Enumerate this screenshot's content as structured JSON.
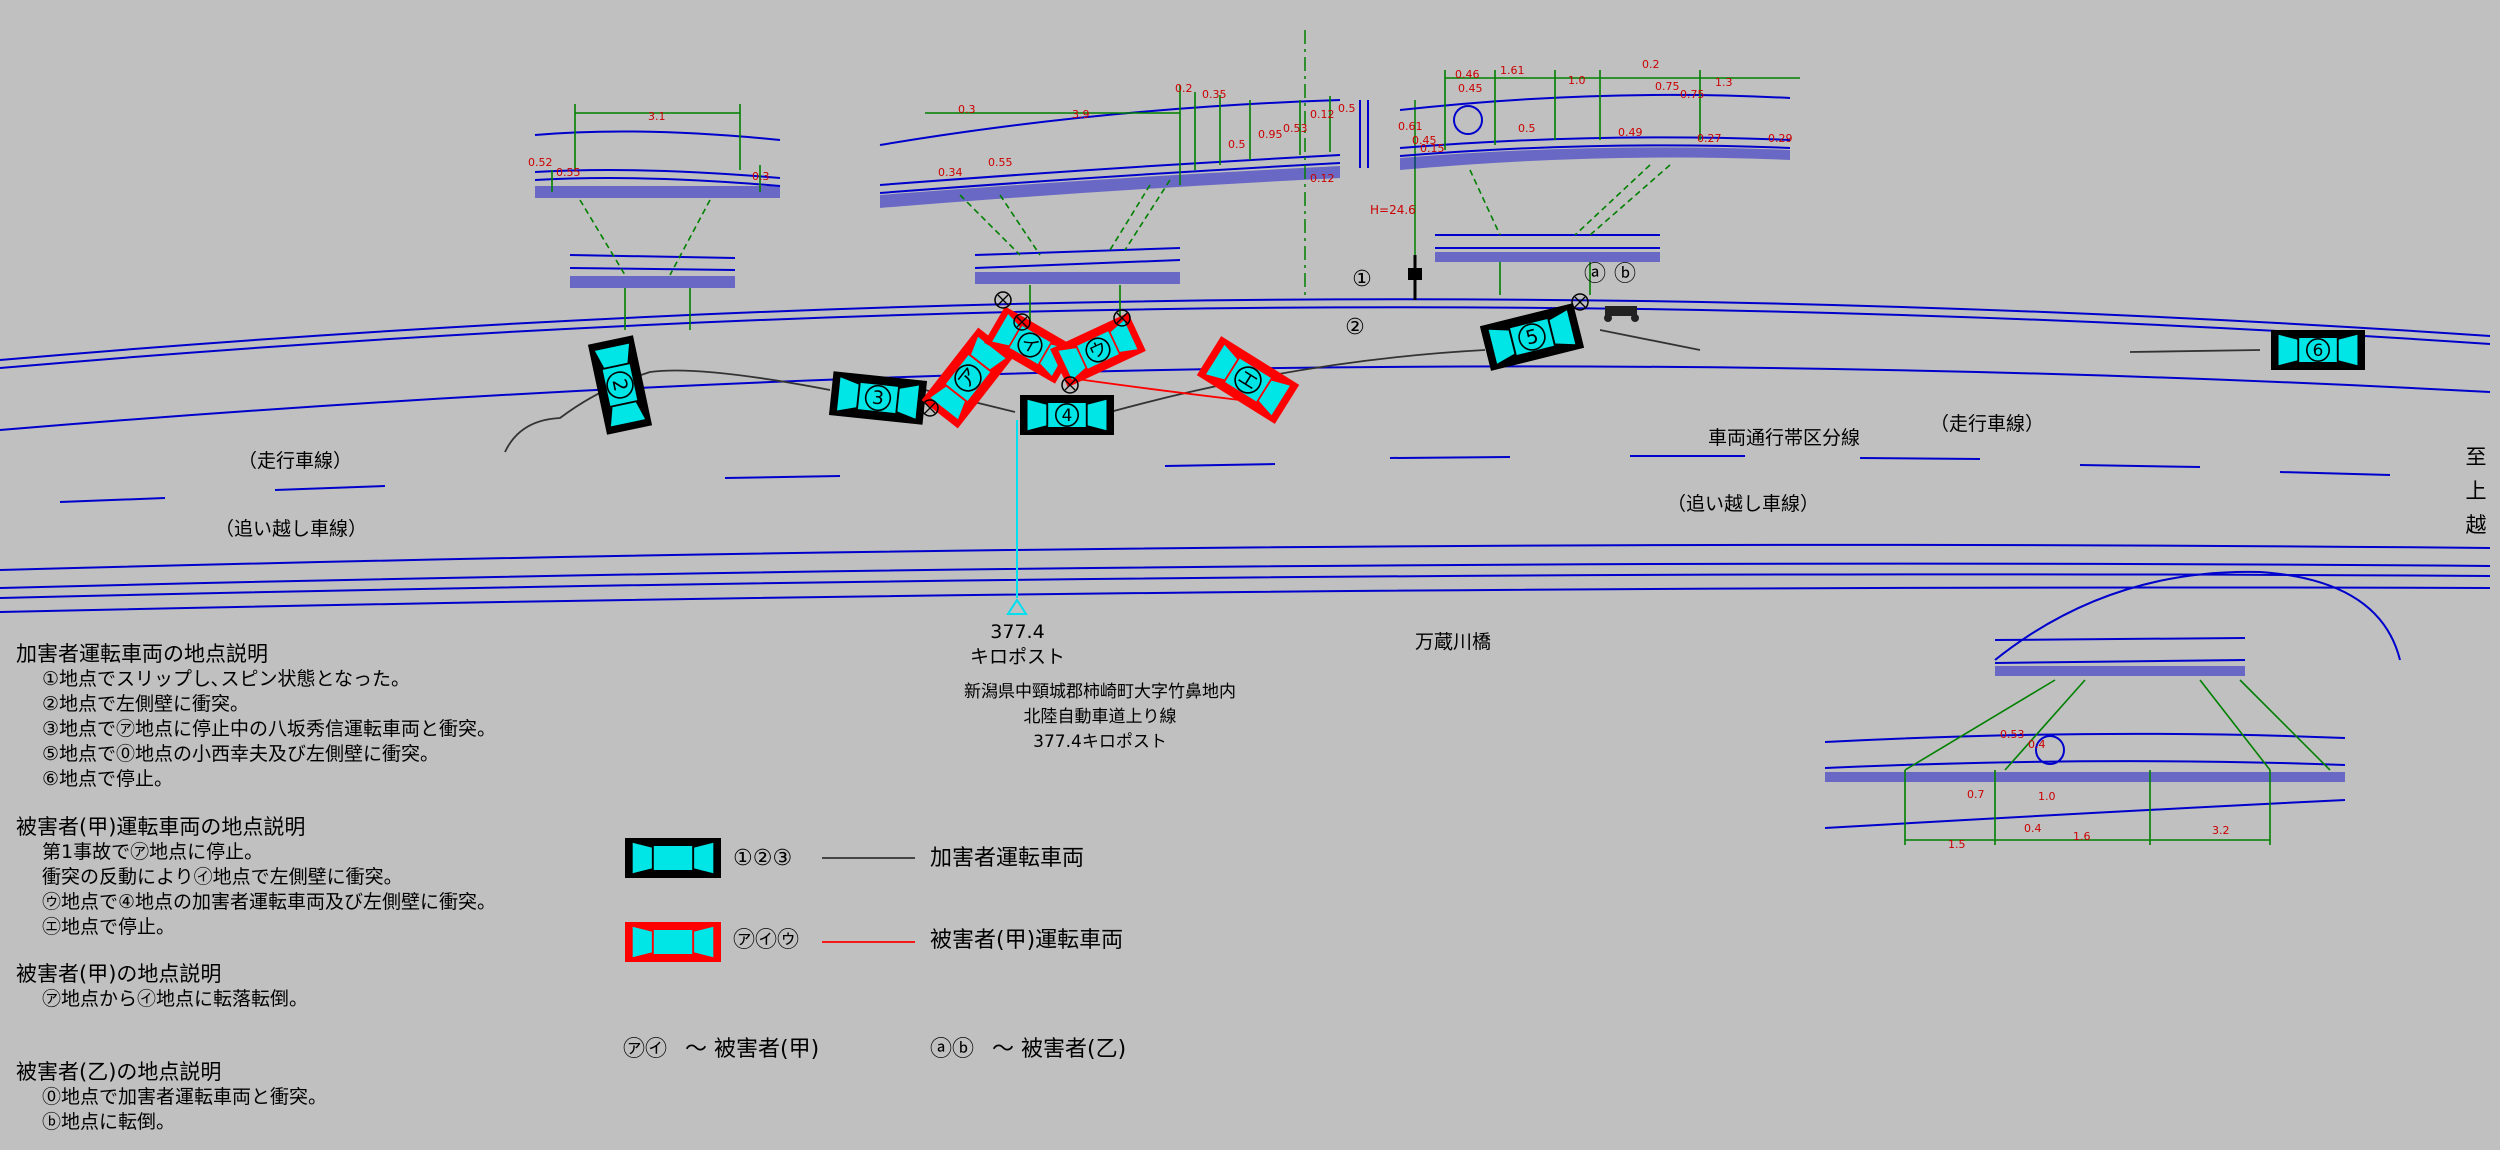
{
  "labels": {
    "lane_running_left": "（走行車線）",
    "lane_passing_left": "（追い越し車線）",
    "lane_running_right": "（走行車線）",
    "lane_passing_right": "（追い越し車線）",
    "lane_divider": "車両通行帯区分線",
    "kilopost_number": "377.4",
    "kilopost_word": "キロポスト",
    "location_lines": [
      "新潟県中頸城郡柿崎町大字竹鼻地内",
      "北陸自動車道上り線",
      "377.4キロポスト"
    ],
    "bridge": "万蔵川橋",
    "direction_vertical": [
      "至",
      "上",
      "越"
    ],
    "height_note": "H=24.6"
  },
  "sections": [
    {
      "title": "加害者運転車両の地点説明",
      "lines": [
        "①地点でスリップし､スピン状態となった。",
        "②地点で左側壁に衝突。",
        "③地点で㋐地点に停止中の八坂秀信運転車両と衝突。",
        "⑤地点で⓪地点の小西幸夫及び左側壁に衝突。",
        "⑥地点で停止。"
      ]
    },
    {
      "title": "被害者(甲)運転車両の地点説明",
      "lines": [
        "第1事故で㋐地点に停止。",
        "衝突の反動により㋑地点で左側壁に衝突。",
        "㋒地点で④地点の加害者運転車両及び左側壁に衝突。",
        "㋓地点で停止。"
      ]
    },
    {
      "title": "被害者(甲)の地点説明",
      "lines": [
        "㋐地点から㋑地点に転落転倒。"
      ]
    },
    {
      "title": "被害者(乙)の地点説明",
      "lines": [
        "⓪地点で加害者運転車両と衝突。",
        "ⓑ地点に転倒。"
      ]
    }
  ],
  "legend": {
    "perp_codes": "①②③",
    "perp_label": "加害者運転車両",
    "victim_codes": "㋐㋑㋒",
    "victim_label": "被害者(甲)運転車両",
    "victim_a_codes": "㋐㋑",
    "victim_a_label": "～ 被害者(甲)",
    "victim_b_codes": "ⓐⓑ",
    "victim_b_label": "～ 被害者(乙)"
  },
  "vehicles": {
    "perp": [
      "2",
      "3",
      "4",
      "5",
      "6"
    ],
    "victim": [
      "ア",
      "イ",
      "ウ",
      "エ"
    ]
  },
  "markers": {
    "points": [
      "①",
      "②",
      "ⓐ",
      "ⓑ"
    ]
  },
  "dimensions": {
    "d1": [
      "3.1",
      "0.52",
      "0.55",
      "0.3"
    ],
    "d2": [
      "0.3",
      "3.9",
      "0.2",
      "0.35",
      "0.34",
      "0.55",
      "0.5",
      "0.95",
      "0.53",
      "0.12",
      "0.5",
      "0.12"
    ],
    "d3": [
      "0.46",
      "0.45",
      "1.61",
      "1.0",
      "0.2",
      "0.75",
      "0.75",
      "1.3",
      "0.61",
      "0.45",
      "0.15",
      "0.5",
      "0.49",
      "0.27",
      "0.29"
    ],
    "d4": [
      "0.53",
      "0.4",
      "0.7",
      "1.0",
      "0.4",
      "1.5",
      "1.6",
      "3.2"
    ]
  },
  "colors": {
    "background": "#c0c0c0",
    "road_line": "#0000cc",
    "dimension": "#008000",
    "perp_body": "#000000",
    "victim_body": "#ff0000",
    "window": "#00e5e5",
    "dim_text": "#cc0000",
    "kilopost": "#00e0f0"
  }
}
